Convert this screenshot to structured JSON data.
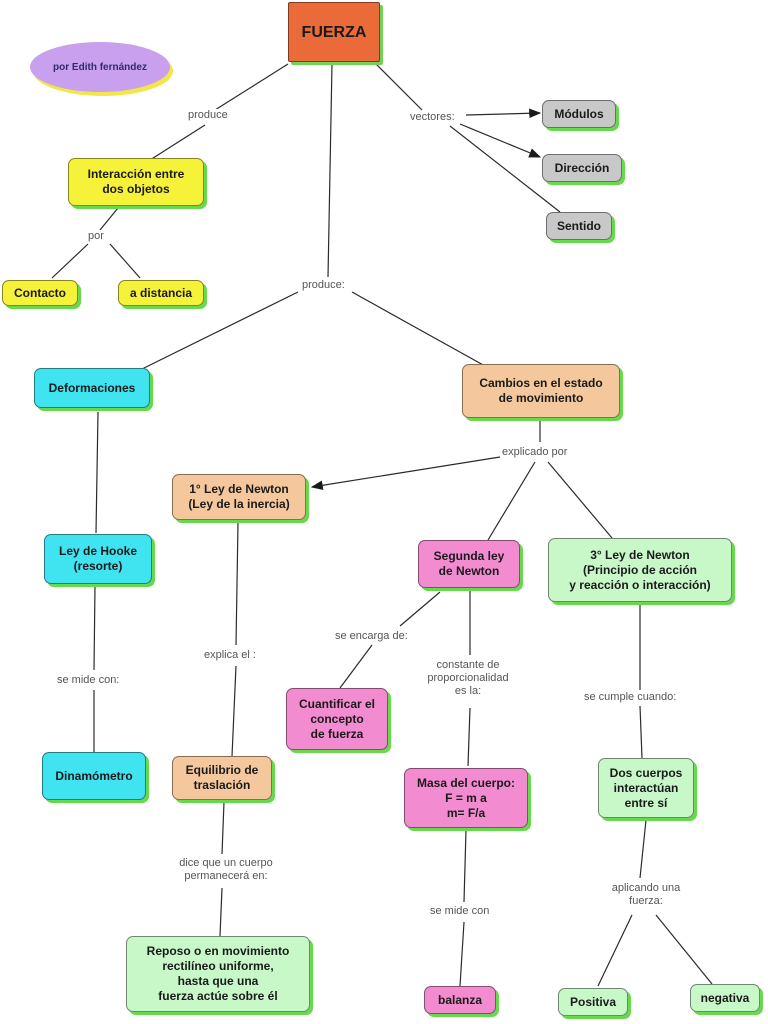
{
  "author": "por Edith fernández",
  "colors": {
    "root": "#ea6a3a",
    "yellow": "#f6f23a",
    "cyan": "#3fe4f0",
    "peach": "#f4c89c",
    "pink": "#f28bd0",
    "green": "#c8f8c8",
    "gray": "#c8c8c8",
    "author": "#c8a0ee",
    "shadow": "#66d94c"
  },
  "nodes": {
    "fuerza": "FUERZA",
    "interaccion": "Interacción entre\ndos objetos",
    "contacto": "Contacto",
    "distancia": "a distancia",
    "modulos": "Módulos",
    "direccion": "Dirección",
    "sentido": "Sentido",
    "deformaciones": "Deformaciones",
    "cambios": "Cambios en el estado\nde movimiento",
    "primera_ley": "1° Ley de Newton\n(Ley de la inercia)",
    "hooke": "Ley de Hooke\n(resorte)",
    "segunda_ley": "Segunda ley\nde Newton",
    "tercera_ley": "3° Ley de Newton\n(Principio de acción\ny reacción o interacción)",
    "dinamometro": "Dinamómetro",
    "equilibrio": "Equilibrio de\ntraslación",
    "cuantificar": "Cuantificar el\nconcepto\nde fuerza",
    "masa": "Masa del cuerpo:\nF = m a\nm= F/a",
    "dos_cuerpos": "Dos cuerpos\ninteractúan\nentre sí",
    "reposo": "Reposo o en movimiento\nrectilíneo uniforme,\nhasta que una\nfuerza actúe sobre él",
    "balanza": "balanza",
    "positiva": "Positiva",
    "negativa": "negativa"
  },
  "links": {
    "produce1": "produce",
    "vectores": "vectores:",
    "por": "por",
    "produce2": "produce:",
    "explicado": "explicado por",
    "explica": "explica el :",
    "se_mide1": "se mide con:",
    "se_encarga": "se encarga de:",
    "constante": "constante de\nproporcionalidad\nes la:",
    "se_cumple": "se cumple cuando:",
    "dice_que": "dice que un cuerpo\npermanecerá en:",
    "se_mide2": "se mide con",
    "aplicando": "aplicando una\nfuerza:"
  }
}
